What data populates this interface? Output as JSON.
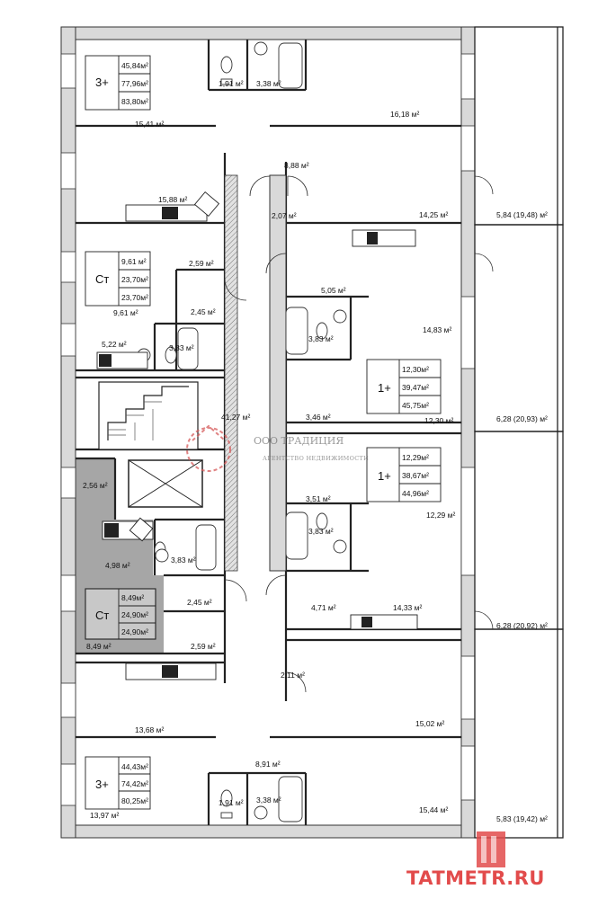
{
  "units": [
    {
      "type": "3+",
      "stats": [
        "45,84м²",
        "77,96м²",
        "83,80м²"
      ]
    },
    {
      "type": "Ст",
      "stats": [
        "9,61 м²",
        "23,70м²",
        "23,70м²"
      ]
    },
    {
      "type": "1+",
      "stats": [
        "12,30м²",
        "39,47м²",
        "45,75м²"
      ]
    },
    {
      "type": "1+",
      "stats": [
        "12,29м²",
        "38,67м²",
        "44,96м²"
      ]
    },
    {
      "type": "Ст",
      "stats": [
        "8,49м²",
        "24,90м²",
        "24,90м²"
      ]
    },
    {
      "type": "3+",
      "stats": [
        "44,43м²",
        "74,42м²",
        "80,25м²"
      ]
    }
  ],
  "areas": [
    "1,91 м²",
    "3,38 м²",
    "15,41 м²",
    "16,18 м²",
    "8,88 м²",
    "15,88 м²",
    "2,07 м²",
    "14,25 м²",
    "5,84 (19,48) м²",
    "2,59 м²",
    "5,05 м²",
    "9,61 м²",
    "2,45 м²",
    "3,83 м²",
    "14,83 м²",
    "5,22 м²",
    "3,83 м²",
    "41,27 м²",
    "3,46 м²",
    "12,30 м²",
    "6,28 (20,93) м²",
    "2,56 м²",
    "3,51 м²",
    "12,29 м²",
    "3,83 м²",
    "4,98 м²",
    "3,83 м²",
    "2,45 м²",
    "4,71 м²",
    "14,33 м²",
    "6,28 (20,92) м²",
    "8,49 м²",
    "2,59 м²",
    "2,11 м²",
    "13,68 м²",
    "15,02 м²",
    "8,91 м²",
    "1,91 м²",
    "3,38 м²",
    "13,97 м²",
    "15,44 м²",
    "5,83 (19,42) м²"
  ],
  "watermark": {
    "title": "ООО ТРАДИЦИЯ",
    "subtitle": "АГЕНТСТВО НЕДВИЖИМОСТИ"
  },
  "site": {
    "logo": "TATMETR.RU"
  },
  "colors": {
    "highlight": "#a6a6a6",
    "wall": "#d9d9d9",
    "logo": "#e24b4b"
  }
}
